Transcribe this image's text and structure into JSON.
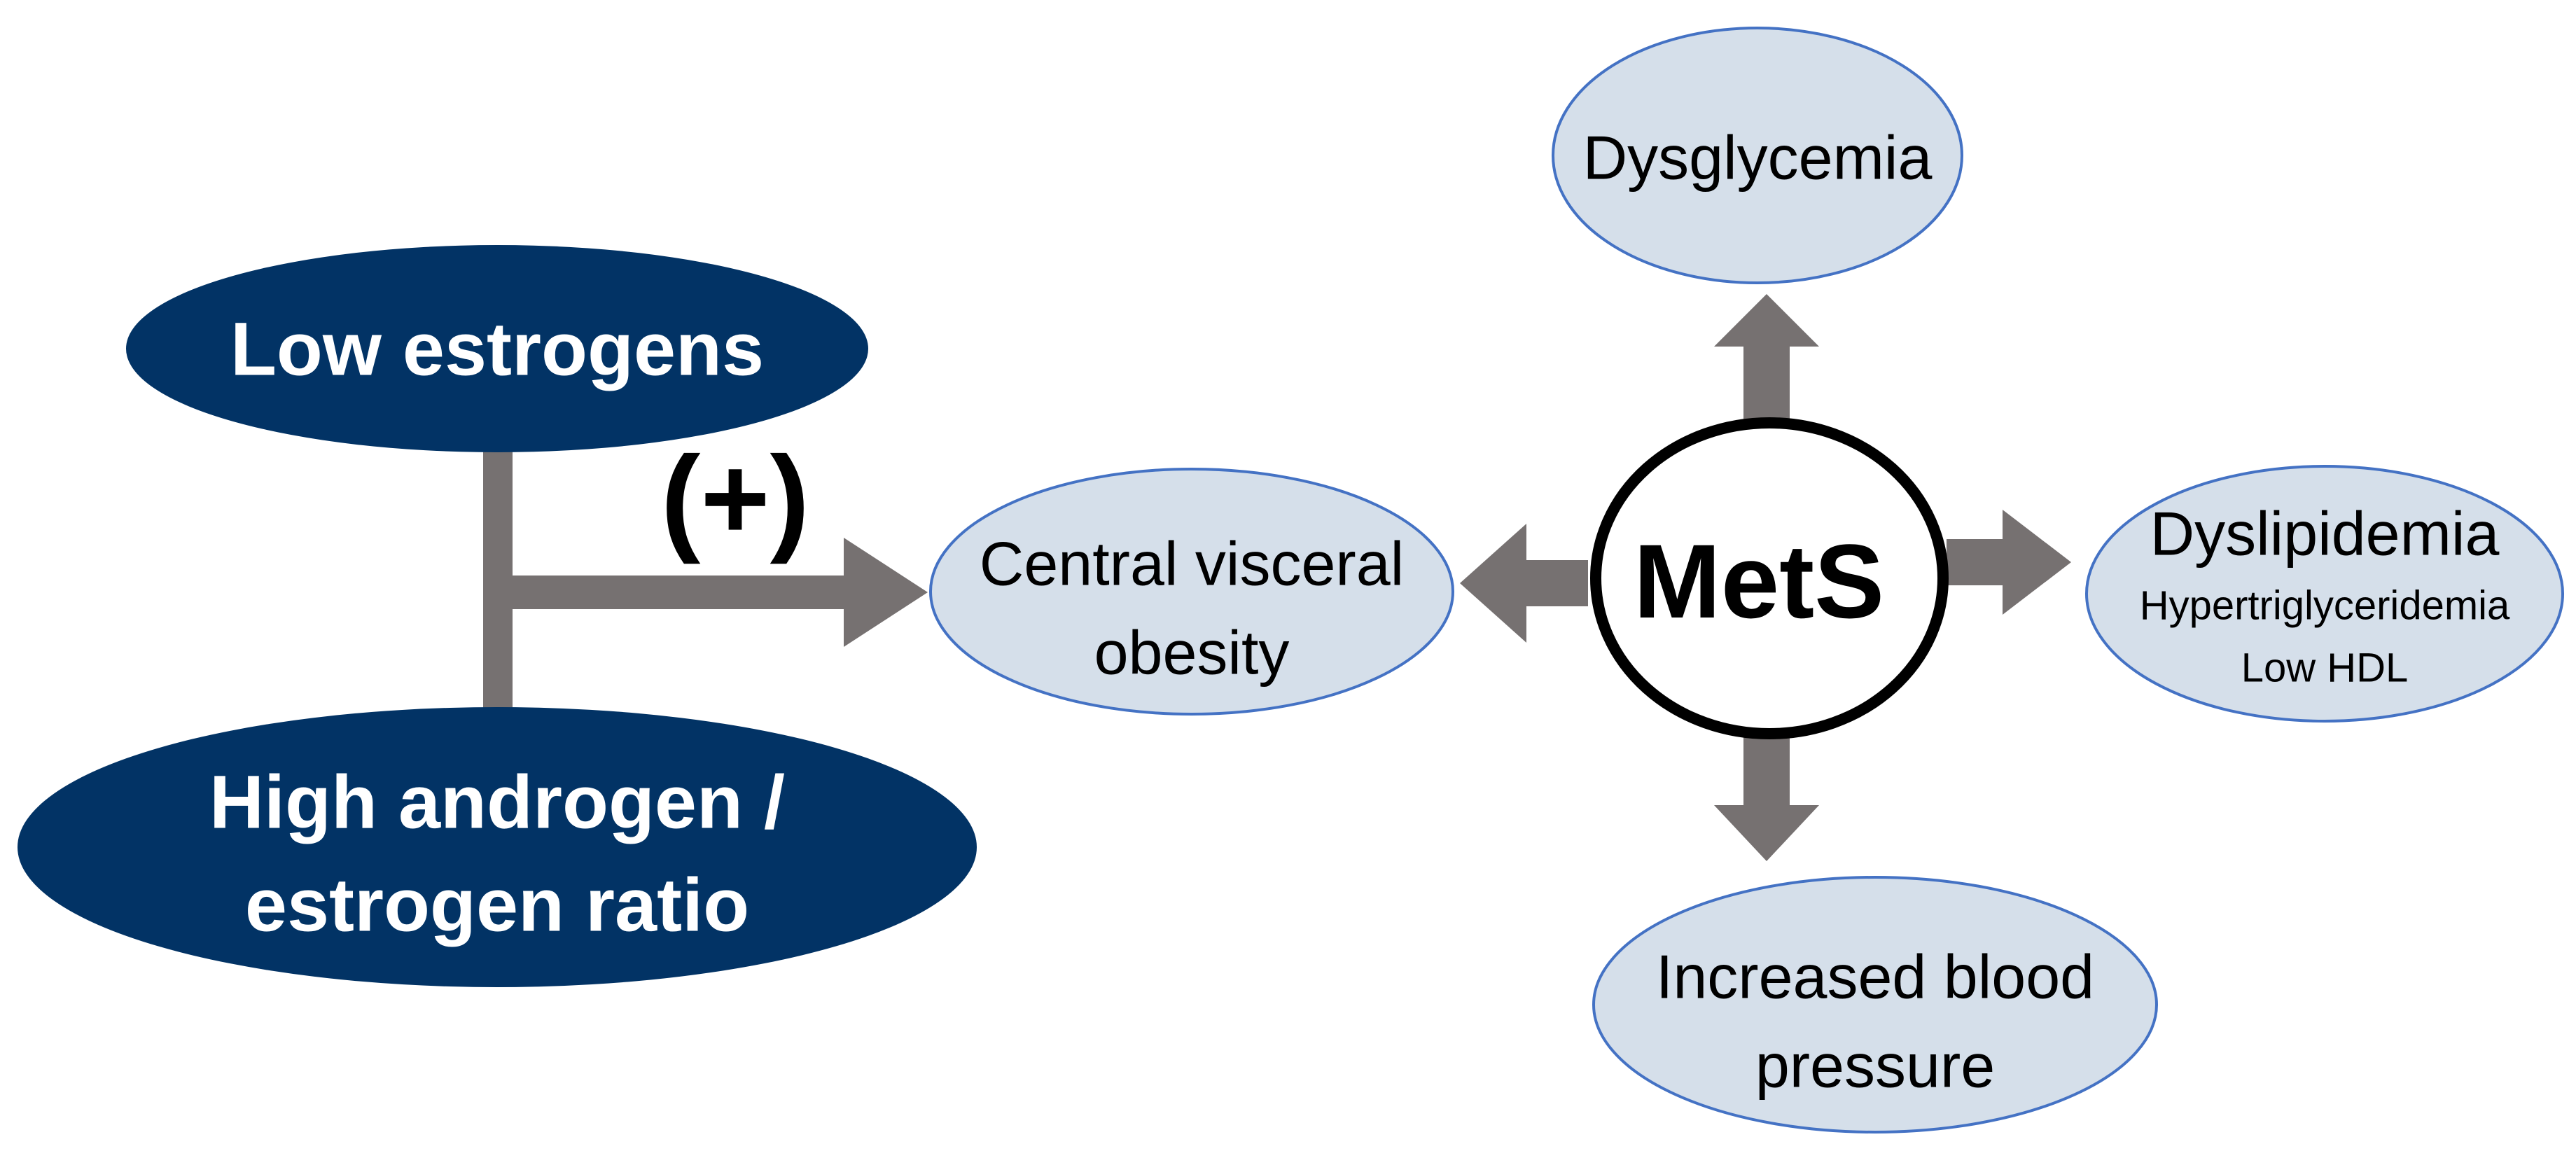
{
  "colors": {
    "dark_node_fill": "#023365",
    "light_node_fill": "#d5dfea",
    "light_node_stroke": "#4472c4",
    "arrow_gray": "#767171",
    "center_stroke": "#000000"
  },
  "nodes": {
    "low_estrogens": {
      "label": "Low estrogens"
    },
    "high_androgen_ratio": {
      "line1": "High androgen /",
      "line2": "estrogen ratio"
    },
    "central_visceral_obesity": {
      "line1": "Central visceral",
      "line2": "obesity"
    },
    "mets": {
      "label": "MetS"
    },
    "dysglycemia": {
      "label": "Dysglycemia"
    },
    "dyslipidemia": {
      "label": "Dyslipidemia",
      "sub1": "Hypertriglyceridemia",
      "sub2": "Low HDL"
    },
    "increased_blood_pressure": {
      "line1": "Increased blood",
      "line2": "pressure"
    }
  },
  "connector": {
    "sign_label": "(+)"
  }
}
